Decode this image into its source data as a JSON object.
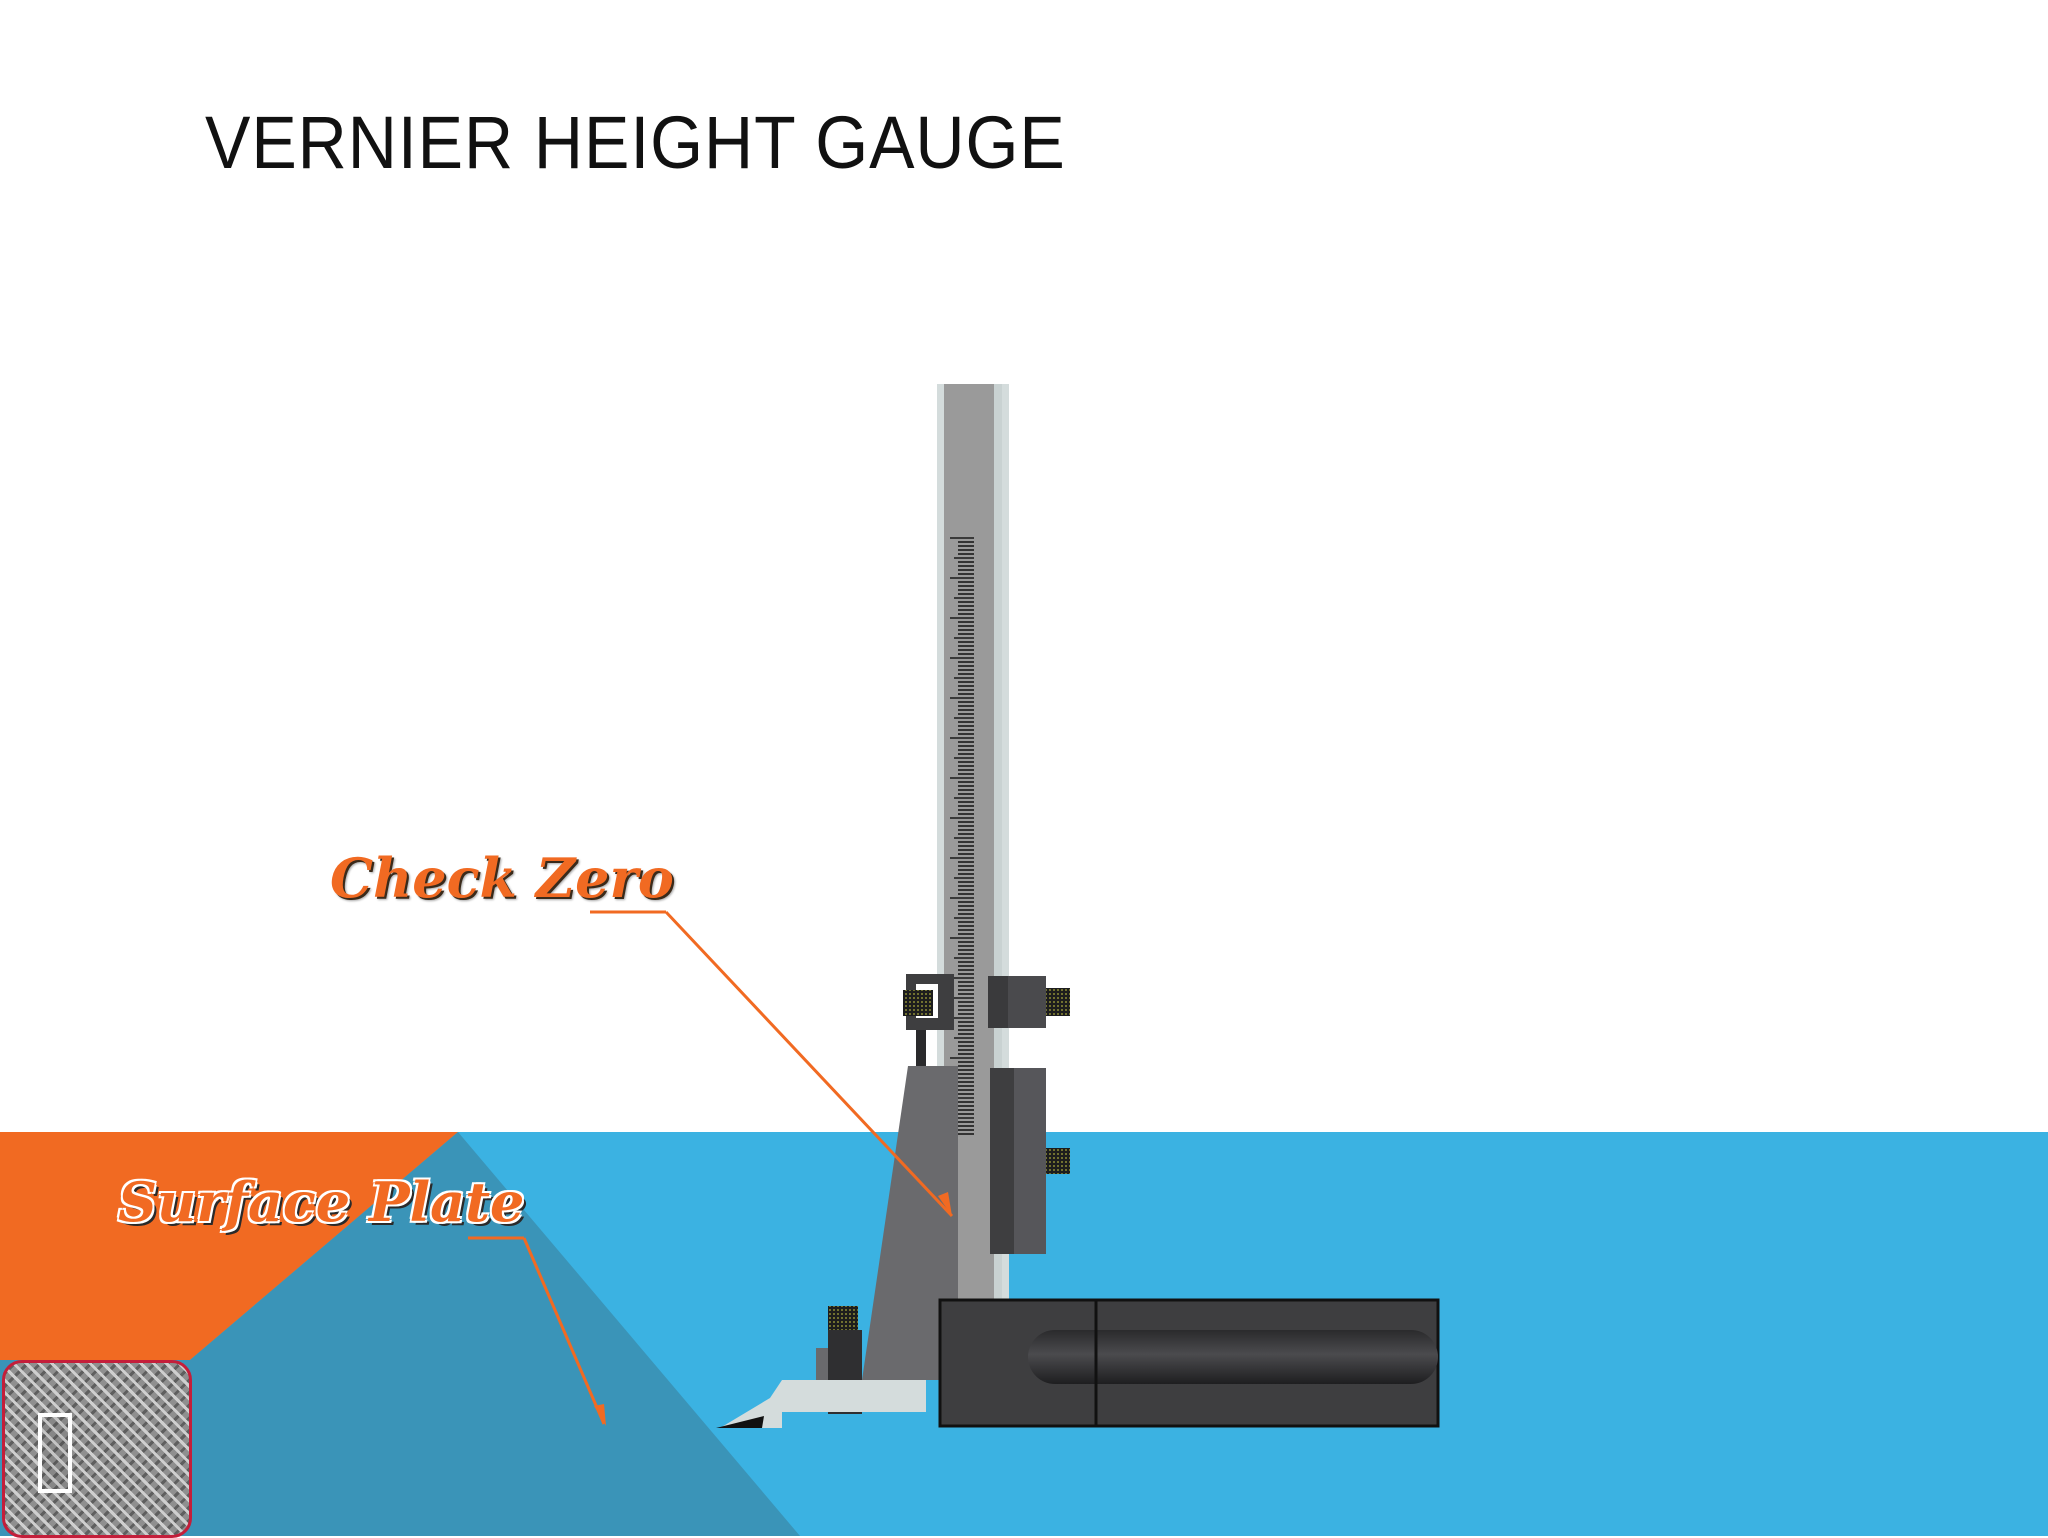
{
  "slide": {
    "title": "VERNIER HEIGHT GAUGE",
    "callouts": {
      "check_zero": "Check Zero",
      "surface_plate": "Surface Plate"
    }
  },
  "colors": {
    "background": "#ffffff",
    "plate_blue": "#3bb2e2",
    "plate_shadow": "#3a94b8",
    "orange_accent": "#f16a22",
    "gauge_dark": "#3e3e40",
    "gauge_mid": "#6a6a6d",
    "beam_grey": "#9a9a9a",
    "beam_light": "#d4dcdc",
    "button_border": "#c41e3a"
  },
  "icons": {
    "nav_button": "slide-action-button-icon"
  }
}
